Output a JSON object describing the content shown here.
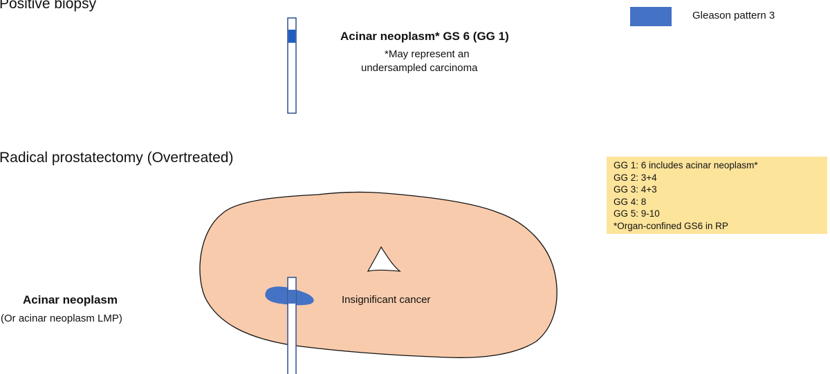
{
  "sections": {
    "biopsy_title": "Positive biopsy",
    "rp_title": "Radical prostatectomy (Overtreated)"
  },
  "legend": {
    "label": "Gleason pattern 3",
    "color": "#4472c4"
  },
  "biopsy": {
    "heading": "Acinar neoplasm* GS 6 (GG 1)",
    "note_line1": "*May represent an",
    "note_line2": "undersampled carcinoma"
  },
  "rp": {
    "lesion_heading": "Acinar neoplasm",
    "lesion_subheading": "(Or acinar neoplasm LMP)",
    "lesion_label": "Insignificant cancer"
  },
  "grade_groups": [
    "GG 1: 6 includes acinar neoplasm*",
    "GG 2: 3+4",
    "GG 3: 4+3",
    "GG 4: 8",
    "GG 5: 9-10",
    "*Organ-confined GS6 in RP"
  ],
  "colors": {
    "prostate_fill": "#f8cbad",
    "core_outline": "#2f4f8f",
    "box_fill": "#fde49b"
  }
}
